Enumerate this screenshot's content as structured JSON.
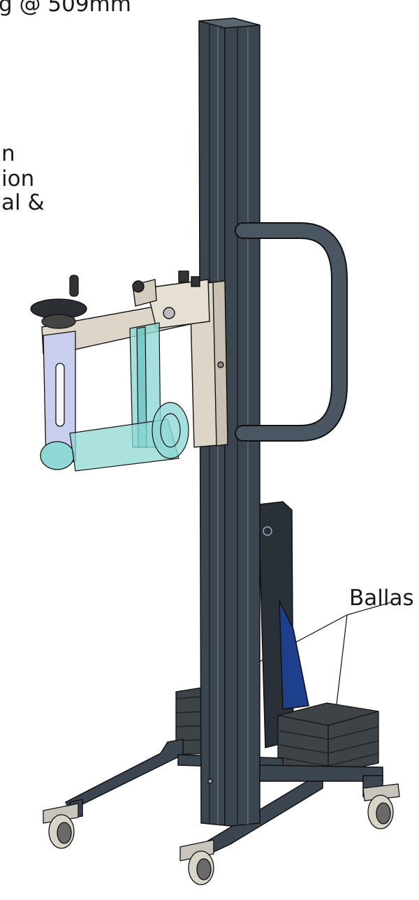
{
  "labels": {
    "top": "g @ 509mm",
    "side_line1": "n",
    "side_line2": "ion",
    "side_line3": "al &",
    "ballast": "Ballas"
  },
  "colors": {
    "frame": "#3b4650",
    "frame_dark": "#232a31",
    "frame_light": "#5a6670",
    "beige": "#ddd5c8",
    "teal": "#8fd8d6",
    "lavender": "#c9cdee",
    "navy": "#1e3f8c",
    "ballast": "#3e4347",
    "outline": "#111111"
  }
}
